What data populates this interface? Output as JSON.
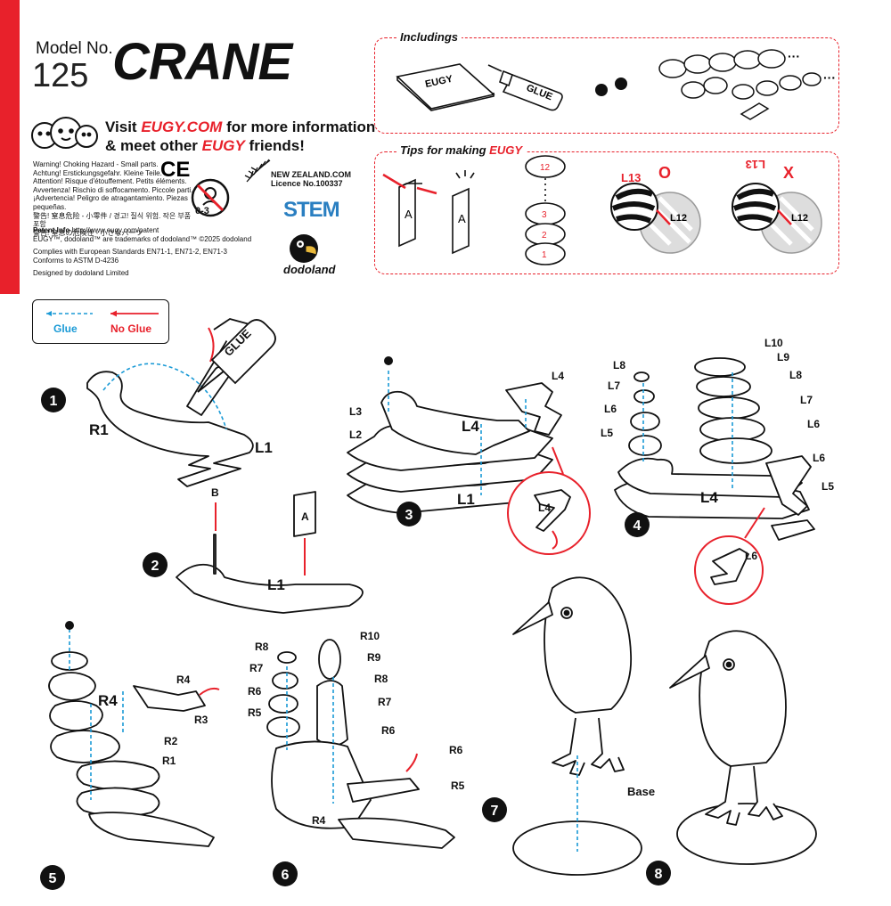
{
  "header": {
    "model_no_label": "Model No.",
    "model_number": "125",
    "model_name": "CRANE",
    "visit_line1_prefix": "Visit ",
    "visit_site": "EUGY.COM",
    "visit_line1_suffix": " for more information",
    "visit_line2_prefix": "& meet other ",
    "visit_brand": "EUGY",
    "visit_line2_suffix": " friends!"
  },
  "warnings": [
    "Warning! Choking Hazard - Small parts.",
    "Achtung! Erstickungsgefahr. Kleine Teile.",
    "Attention! Risque d'étouffement. Petits éléments.",
    "Avvertenza! Rischio di soffocamento. Piccole parti.",
    "¡Advertencia! Peligro de atragantamiento. Piezas pequeñas.",
    "警告! 窒息危险 - 小零件 / 경고! 질식 위험. 작은 부품 포함",
    "警告! 窒息の危険性 - 小さなパーツ"
  ],
  "age_label": "0-3",
  "patent": {
    "label": "Patent Info",
    "url": "http://www.eugy.com/patent",
    "trademark": "EUGY™, dodoland™ are trademarks of dodoland™ ©2025 dodoland",
    "complies1": "Complies with European Standards EN71-1, EN71-2, EN71-3",
    "complies2": "Conforms to ASTM D-4236",
    "designed": "Designed by dodoland Limited"
  },
  "licence": {
    "site": "NEW ZEALAND.COM",
    "number": "Licence No.100337"
  },
  "stem_label": "STEM",
  "brand": "dodoland",
  "includings": {
    "title": "Includings",
    "booklet_label": "EUGY",
    "glue_label": "GLUE"
  },
  "tips": {
    "title_prefix": "Tips for making ",
    "title_brand": "EUGY",
    "letter": "A",
    "stack_labels": [
      "12",
      "3",
      "2",
      "1"
    ],
    "correct_mark": "O",
    "wrong_mark": "X",
    "layer_top": "L13",
    "layer_bottom": "L12"
  },
  "legend": {
    "glue": "Glue",
    "no_glue": "No Glue"
  },
  "colors": {
    "accent_red": "#e8212b",
    "glue_blue": "#1a9ad6"
  },
  "steps": [
    {
      "number": "1",
      "labels": [
        "R1",
        "L1"
      ],
      "glue": "GLUE"
    },
    {
      "number": "2",
      "labels": [
        "B",
        "A",
        "L1"
      ]
    },
    {
      "number": "3",
      "labels": [
        "L4",
        "L3",
        "L2",
        "L4",
        "L1",
        "L4"
      ]
    },
    {
      "number": "4",
      "labels": [
        "L10",
        "L9",
        "L8",
        "L8",
        "L7",
        "L7",
        "L6",
        "L6",
        "L5",
        "L6",
        "L5",
        "L4",
        "L6"
      ]
    },
    {
      "number": "5",
      "labels": [
        "R4",
        "R4",
        "R3",
        "R2",
        "R1"
      ]
    },
    {
      "number": "6",
      "labels": [
        "R10",
        "R9",
        "R8",
        "R8",
        "R7",
        "R7",
        "R6",
        "R6",
        "R5",
        "R6",
        "R5",
        "R4"
      ]
    },
    {
      "number": "7",
      "labels": [
        "Base"
      ]
    },
    {
      "number": "8",
      "labels": []
    }
  ]
}
